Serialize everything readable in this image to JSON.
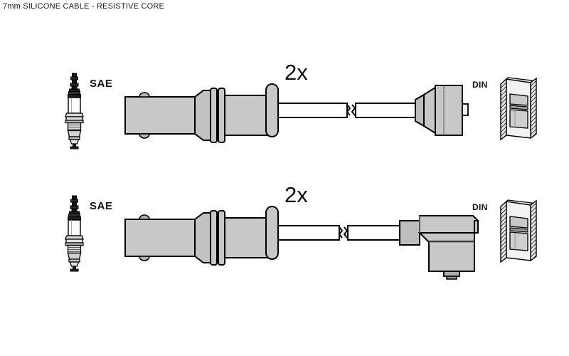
{
  "title": "7mm SILICONE CABLE - RESISTIVE CORE",
  "colors": {
    "body_gray": "#c8c8c8",
    "shade_gray": "#b4b4b4",
    "dark_gray": "#8c8c8c",
    "outline": "#000000",
    "background": "#ffffff",
    "white": "#ffffff",
    "plug_dark": "#1a1a1a"
  },
  "assemblies": [
    {
      "id": "upper-assembly",
      "name": "straight-connector-set",
      "plug_label": "SAE",
      "quantity_label": "2x",
      "connector_label": "DIN",
      "connector_type": "straight",
      "plug_icon": "spark-plug-icon",
      "cap_icon": "distributor-cap-icon",
      "break_icon": "cable-break-symbol"
    },
    {
      "id": "lower-assembly",
      "name": "angled-connector-set",
      "plug_label": "SAE",
      "quantity_label": "2x",
      "connector_label": "DIN",
      "connector_type": "right-angle",
      "plug_icon": "spark-plug-icon",
      "cap_icon": "distributor-cap-icon",
      "break_icon": "cable-break-symbol"
    }
  ]
}
